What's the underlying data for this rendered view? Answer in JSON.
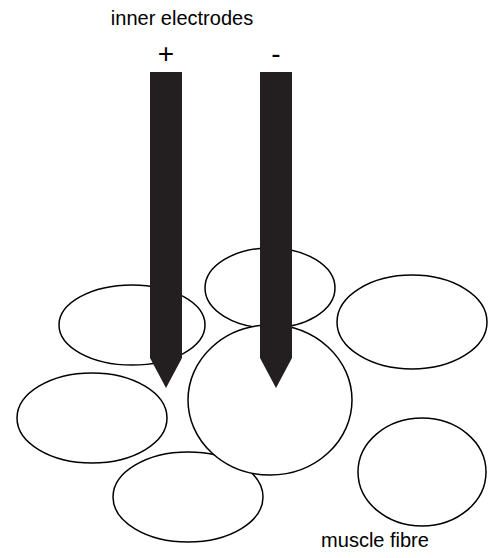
{
  "diagram": {
    "labels": [
      "inner electrodes",
      "+",
      "-",
      "muscle fibre"
    ]
  }
}
